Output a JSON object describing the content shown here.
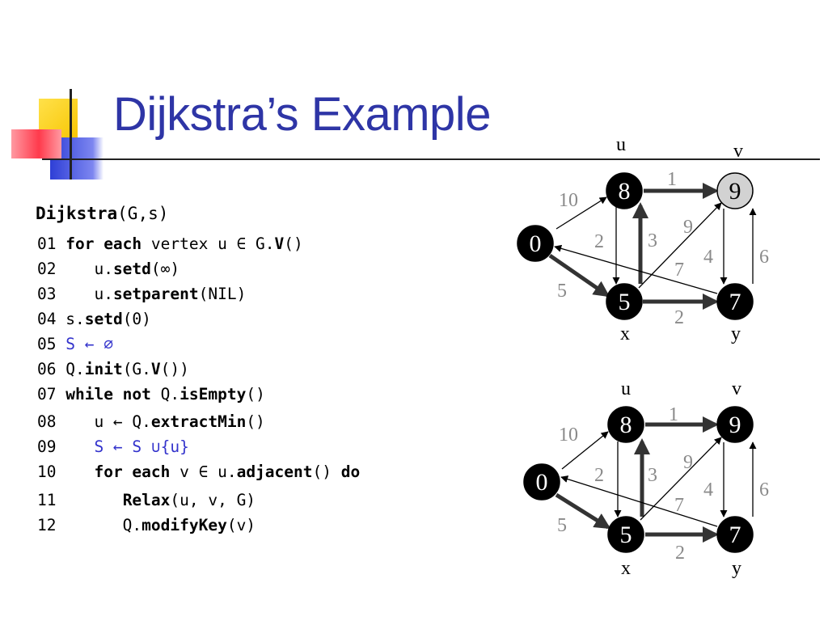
{
  "slide": {
    "title": "Dijkstra’s Example",
    "accent_title_color": "#2e35a6"
  },
  "code": {
    "header": {
      "name": "Dijkstra",
      "args": "(G,s)"
    },
    "lines": [
      {
        "num": "01",
        "segments": [
          {
            "t": "for each",
            "b": true
          },
          {
            "t": " vertex u ∈ G."
          },
          {
            "t": "V",
            "b": true
          },
          {
            "t": "()"
          }
        ]
      },
      {
        "num": "02",
        "segments": [
          {
            "t": "   u."
          },
          {
            "t": "setd",
            "b": true
          },
          {
            "t": "(∞)"
          }
        ]
      },
      {
        "num": "03",
        "segments": [
          {
            "t": "   u."
          },
          {
            "t": "setparent",
            "b": true
          },
          {
            "t": "(NIL)"
          }
        ]
      },
      {
        "num": "04",
        "segments": [
          {
            "t": "s."
          },
          {
            "t": "setd",
            "b": true
          },
          {
            "t": "(0)"
          }
        ]
      },
      {
        "num": "05",
        "segments": [
          {
            "t": "S ← ∅",
            "c": "blue"
          }
        ]
      },
      {
        "num": "06",
        "segments": [
          {
            "t": "Q."
          },
          {
            "t": "init",
            "b": true
          },
          {
            "t": "(G."
          },
          {
            "t": "V",
            "b": true
          },
          {
            "t": "())"
          }
        ]
      },
      {
        "num": "07",
        "segments": [
          {
            "t": "while not",
            "b": true
          },
          {
            "t": " Q."
          },
          {
            "t": "isEmpty",
            "b": true
          },
          {
            "t": "()"
          }
        ]
      },
      {
        "num": "08",
        "segments": [
          {
            "t": "   u ← Q."
          },
          {
            "t": "extractMin",
            "b": true
          },
          {
            "t": "()"
          }
        ]
      },
      {
        "num": "09",
        "segments": [
          {
            "t": "   S ← S ∪{u}",
            "c": "blue"
          }
        ]
      },
      {
        "num": "10",
        "segments": [
          {
            "t": "   "
          },
          {
            "t": "for each",
            "b": true
          },
          {
            "t": " v ∈ u."
          },
          {
            "t": "adjacent",
            "b": true
          },
          {
            "t": "() "
          },
          {
            "t": "do",
            "b": true
          }
        ]
      },
      {
        "num": "11",
        "segments": [
          {
            "t": "      "
          },
          {
            "t": "Relax",
            "b": true
          },
          {
            "t": "(u, v, G)"
          }
        ]
      },
      {
        "num": "12",
        "segments": [
          {
            "t": "      Q."
          },
          {
            "t": "modifyKey",
            "b": true
          },
          {
            "t": "(v)"
          }
        ]
      }
    ]
  },
  "graphs": [
    {
      "id": "graph-1",
      "nodes": [
        {
          "id": "s",
          "value": "0",
          "fill": "black",
          "name_label": ""
        },
        {
          "id": "u",
          "value": "8",
          "fill": "black",
          "name_label": "u"
        },
        {
          "id": "v",
          "value": "9",
          "fill": "lightgray",
          "name_label": "v"
        },
        {
          "id": "x",
          "value": "5",
          "fill": "black",
          "name_label": "x"
        },
        {
          "id": "y",
          "value": "7",
          "fill": "black",
          "name_label": "y"
        }
      ],
      "edges": [
        {
          "from": "s",
          "to": "u",
          "weight": "10",
          "bold": false
        },
        {
          "from": "s",
          "to": "x",
          "weight": "5",
          "bold": true
        },
        {
          "from": "u",
          "to": "v",
          "weight": "1",
          "bold": true
        },
        {
          "from": "u",
          "to": "x",
          "weight": "2",
          "bold": false
        },
        {
          "from": "x",
          "to": "u",
          "weight": "3",
          "bold": true
        },
        {
          "from": "x",
          "to": "v",
          "weight": "9",
          "bold": false
        },
        {
          "from": "x",
          "to": "y",
          "weight": "2",
          "bold": true
        },
        {
          "from": "v",
          "to": "y",
          "weight": "4",
          "bold": false
        },
        {
          "from": "y",
          "to": "v",
          "weight": "6",
          "bold": false
        },
        {
          "from": "y",
          "to": "s",
          "weight": "7",
          "bold": false
        }
      ]
    },
    {
      "id": "graph-2",
      "nodes": [
        {
          "id": "s",
          "value": "0",
          "fill": "black",
          "name_label": ""
        },
        {
          "id": "u",
          "value": "8",
          "fill": "black",
          "name_label": "u"
        },
        {
          "id": "v",
          "value": "9",
          "fill": "black",
          "name_label": "v"
        },
        {
          "id": "x",
          "value": "5",
          "fill": "black",
          "name_label": "x"
        },
        {
          "id": "y",
          "value": "7",
          "fill": "black",
          "name_label": "y"
        }
      ],
      "edges": [
        {
          "from": "s",
          "to": "u",
          "weight": "10",
          "bold": false
        },
        {
          "from": "s",
          "to": "x",
          "weight": "5",
          "bold": true
        },
        {
          "from": "u",
          "to": "v",
          "weight": "1",
          "bold": true
        },
        {
          "from": "u",
          "to": "x",
          "weight": "2",
          "bold": false
        },
        {
          "from": "x",
          "to": "u",
          "weight": "3",
          "bold": true
        },
        {
          "from": "x",
          "to": "v",
          "weight": "9",
          "bold": false
        },
        {
          "from": "x",
          "to": "y",
          "weight": "2",
          "bold": true
        },
        {
          "from": "v",
          "to": "y",
          "weight": "4",
          "bold": false
        },
        {
          "from": "y",
          "to": "v",
          "weight": "6",
          "bold": false
        },
        {
          "from": "y",
          "to": "s",
          "weight": "7",
          "bold": false
        }
      ]
    }
  ]
}
